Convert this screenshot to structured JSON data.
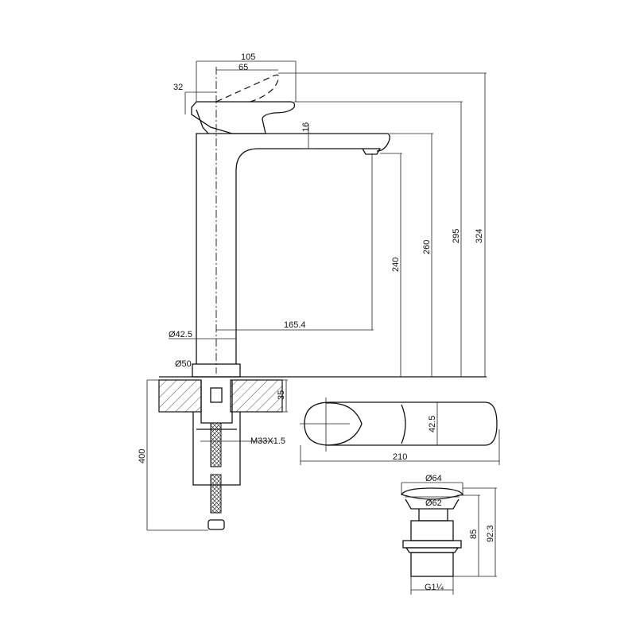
{
  "dimensions": {
    "handle_width": "105",
    "lever_length": "65",
    "handle_offset": "32",
    "spout_thickness": "16",
    "height_total": "324",
    "height_handle": "295",
    "height_spout": "260",
    "height_outlet": "240",
    "spout_reach": "165.4",
    "body_diameter": "Ø42.5",
    "base_diameter": "Ø50",
    "counter_thickness": "35",
    "hose_length": "400",
    "thread": "M33X1.5",
    "top_width": "42.5",
    "top_length": "210",
    "waste_cap_diameter": "Ø64",
    "waste_flange_diameter": "Ø62",
    "waste_height_body": "85",
    "waste_height_total": "92.3",
    "waste_thread": "G1¼"
  }
}
